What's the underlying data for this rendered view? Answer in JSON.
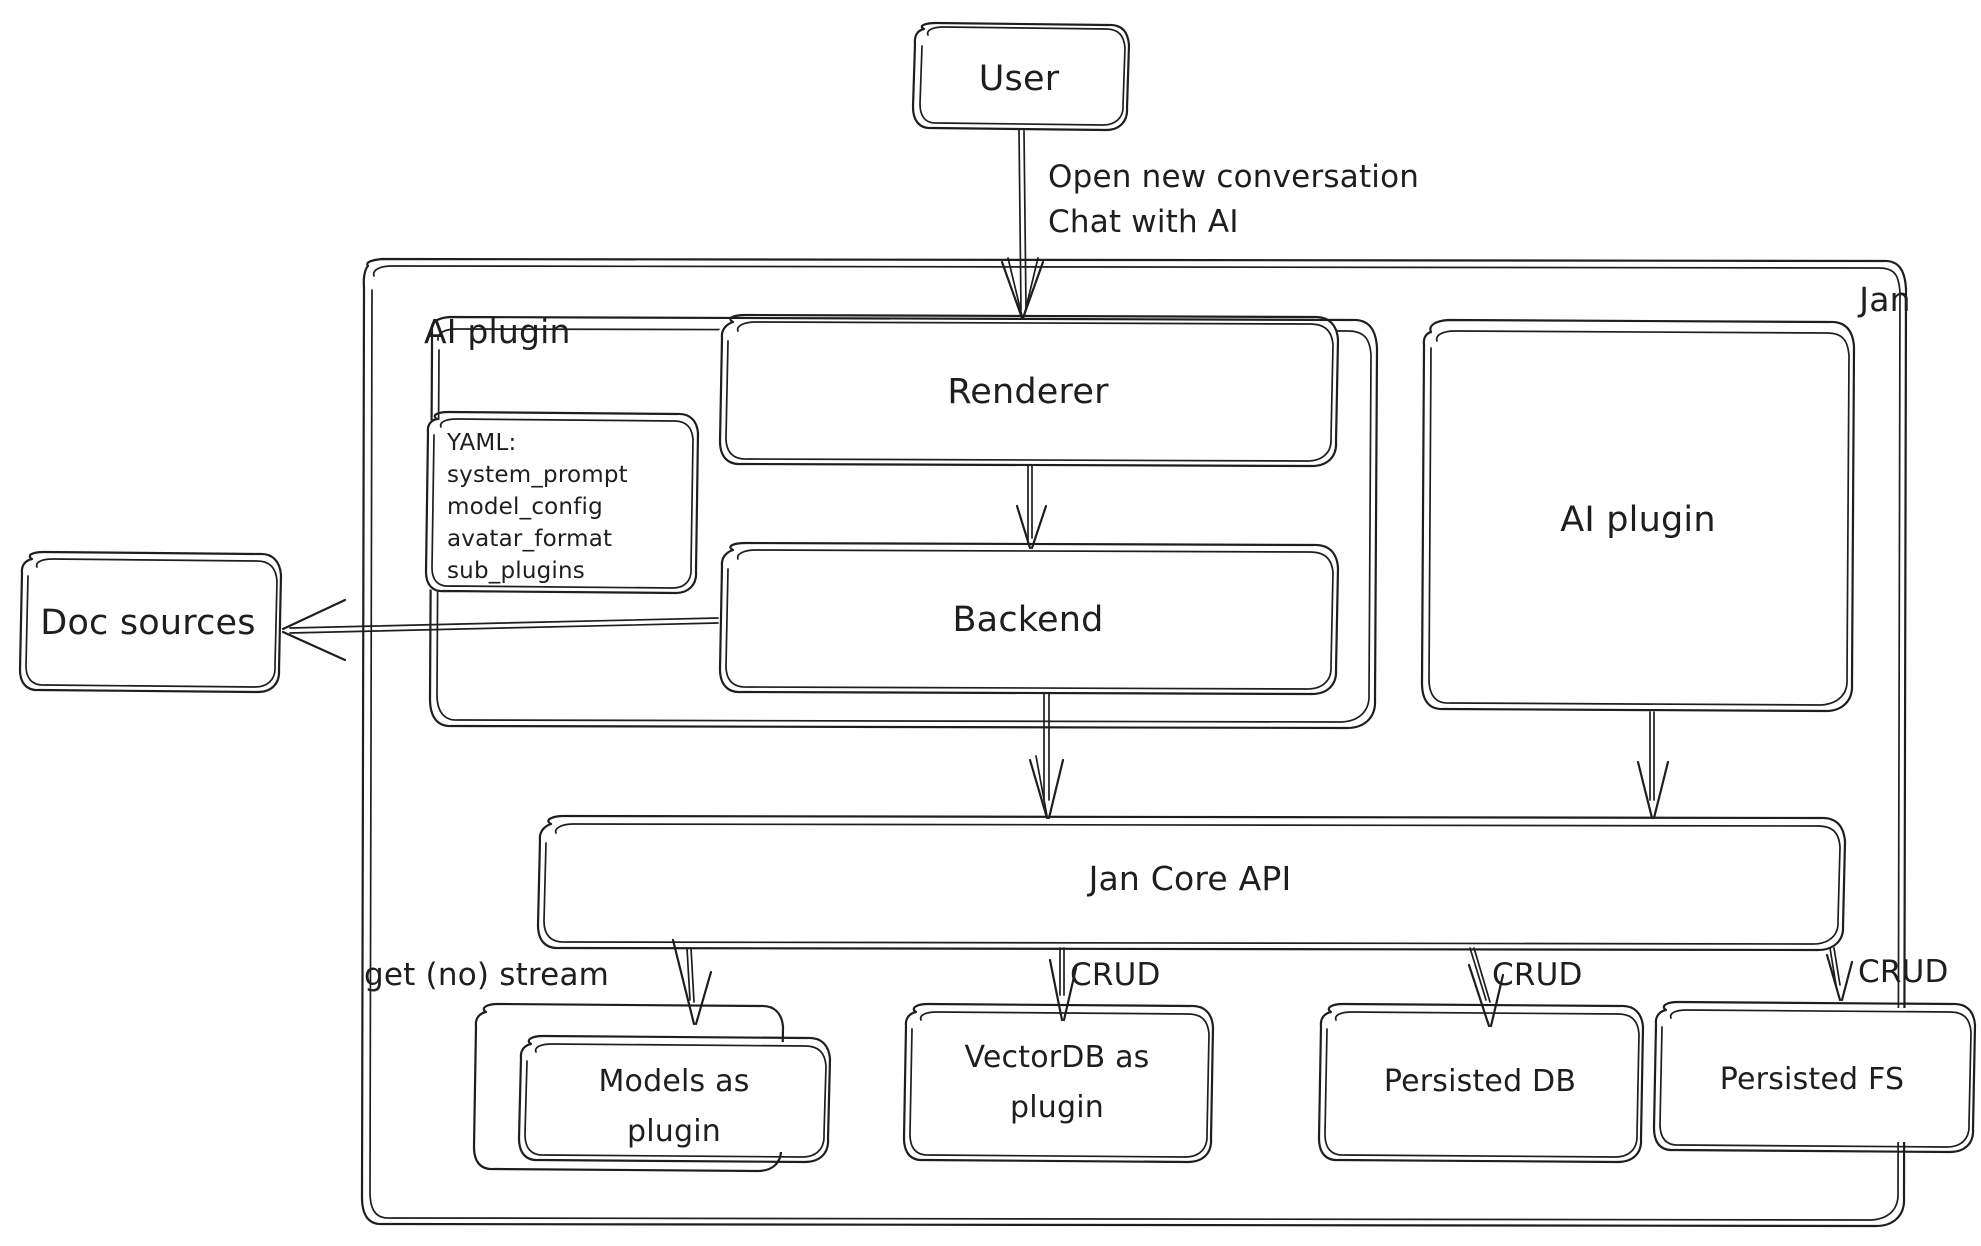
{
  "diagram": {
    "title": "Jan architecture",
    "style": "hand-drawn",
    "stroke_color": "#1e1e1e",
    "background_color": "#ffffff",
    "containers": [
      {
        "id": "jan",
        "label": "Jan",
        "label_position": "top-right"
      },
      {
        "id": "ai_plugin_group",
        "label": "AI plugin",
        "label_position": "top-left"
      }
    ],
    "nodes": [
      {
        "id": "user",
        "label": "User"
      },
      {
        "id": "renderer",
        "label": "Renderer"
      },
      {
        "id": "backend",
        "label": "Backend"
      },
      {
        "id": "yaml",
        "label": "YAML:\nsystem_prompt\nmodel_config\navatar_format\nsub_plugins"
      },
      {
        "id": "ai_plugin_right",
        "label": "AI plugin"
      },
      {
        "id": "doc_sources",
        "label": "Doc sources"
      },
      {
        "id": "jan_core_api",
        "label": "Jan Core API"
      },
      {
        "id": "models_plugin",
        "label": "Models as\nplugin"
      },
      {
        "id": "vectordb_plugin",
        "label": "VectorDB as\nplugin"
      },
      {
        "id": "persisted_db",
        "label": "Persisted DB"
      },
      {
        "id": "persisted_fs",
        "label": "Persisted FS"
      }
    ],
    "edges": [
      {
        "from": "user",
        "to": "renderer",
        "label": "Open new conversation\nChat with AI"
      },
      {
        "from": "renderer",
        "to": "backend",
        "label": ""
      },
      {
        "from": "backend",
        "to": "doc_sources",
        "label": ""
      },
      {
        "from": "backend",
        "to": "jan_core_api",
        "label": ""
      },
      {
        "from": "ai_plugin_right",
        "to": "jan_core_api",
        "label": ""
      },
      {
        "from": "jan_core_api",
        "to": "models_plugin",
        "label": "get (no) stream"
      },
      {
        "from": "jan_core_api",
        "to": "vectordb_plugin",
        "label": "CRUD"
      },
      {
        "from": "jan_core_api",
        "to": "persisted_db",
        "label": "CRUD"
      },
      {
        "from": "jan_core_api",
        "to": "persisted_fs",
        "label": "CRUD"
      }
    ]
  },
  "labels": {
    "user": "User",
    "jan": "Jan",
    "ai_plugin_group": "AI plugin",
    "ai_plugin_right": "AI plugin",
    "renderer": "Renderer",
    "backend": "Backend",
    "doc_sources": "Doc sources",
    "jan_core_api": "Jan Core API",
    "models_plugin_line1": "Models as",
    "models_plugin_line2": "plugin",
    "vectordb_line1": "VectorDB as",
    "vectordb_line2": "plugin",
    "persisted_db": "Persisted DB",
    "persisted_fs": "Persisted FS",
    "yaml_title": "YAML:",
    "yaml_1": "system_prompt",
    "yaml_2": "model_config",
    "yaml_3": "avatar_format",
    "yaml_4": "sub_plugins",
    "edge_user_line1": "Open new conversation",
    "edge_user_line2": "Chat with AI",
    "edge_models": "get (no) stream",
    "edge_crud_vectordb": "CRUD",
    "edge_crud_db": "CRUD",
    "edge_crud_fs": "CRUD"
  }
}
